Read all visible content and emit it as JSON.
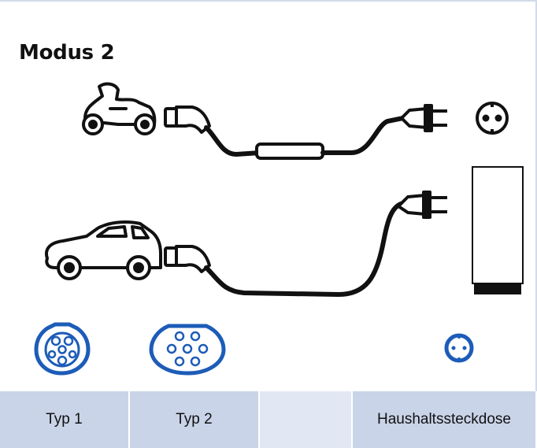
{
  "title": "Modus 2",
  "connectors": [
    {
      "label": "Typ 1",
      "icon": "type1-connector-icon"
    },
    {
      "label": "Typ 2",
      "icon": "type2-connector-icon"
    },
    {
      "label": "",
      "icon": ""
    },
    {
      "label": "Haushaltssteckdose",
      "icon": "household-socket-icon"
    }
  ],
  "colors": {
    "accent": "#1d5cb8",
    "tab": "#c9d4e8",
    "tab_empty": "#e1e7f3",
    "line": "#111111"
  }
}
